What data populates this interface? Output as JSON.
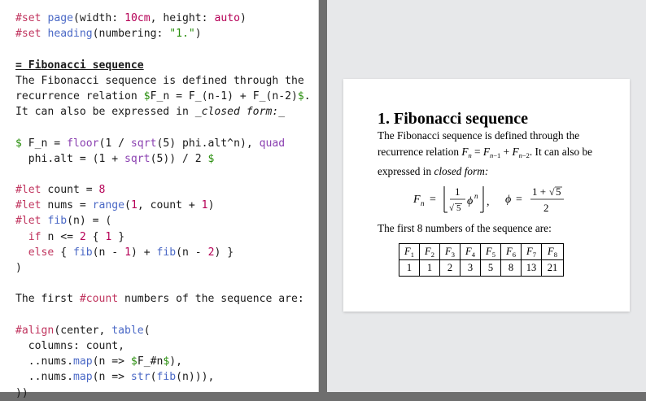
{
  "editor": {
    "lines": [
      [
        "#set",
        " ",
        "page",
        "(width: ",
        "10cm",
        ", height: ",
        "auto",
        ")"
      ],
      [
        "#set",
        " ",
        "heading",
        "(numbering: ",
        "\"1.\"",
        ")"
      ],
      [
        ""
      ],
      [
        "= Fibonacci sequence"
      ],
      [
        "The Fibonacci sequence is defined through the"
      ],
      [
        "recurrence relation ",
        "$",
        "F_n = F_(n-1) + F_(n-2)",
        "$",
        "."
      ],
      [
        "It can also be expressed in ",
        "_closed form:_"
      ],
      [
        ""
      ],
      [
        "$",
        " F_n = ",
        "floor",
        "(1 / ",
        "sqrt",
        "(5) phi.alt^n), ",
        "quad"
      ],
      [
        "  phi.alt = (1 + ",
        "sqrt",
        "(5)) / 2 ",
        "$"
      ],
      [
        ""
      ],
      [
        "#let",
        " count = ",
        "8"
      ],
      [
        "#let",
        " nums = ",
        "range",
        "(",
        "1",
        ", count + ",
        "1",
        ")"
      ],
      [
        "#let",
        " ",
        "fib",
        "(n) = ("
      ],
      [
        "  ",
        "if",
        " n <= ",
        "2",
        " { ",
        "1",
        " }"
      ],
      [
        "  ",
        "else",
        " { ",
        "fib",
        "(n - ",
        "1",
        ") + ",
        "fib",
        "(n - ",
        "2",
        ") }"
      ],
      [
        ")"
      ],
      [
        ""
      ],
      [
        "The first ",
        "#count",
        " numbers of the sequence are:"
      ],
      [
        ""
      ],
      [
        "#align",
        "(center, ",
        "table",
        "("
      ],
      [
        "  columns: count,"
      ],
      [
        "  ..nums.",
        "map",
        "(n => ",
        "$",
        "F_#n",
        "$",
        "),"
      ],
      [
        "  ..nums.",
        "map",
        "(n => ",
        "str",
        "(",
        "fib",
        "(n))),"
      ],
      [
        "))"
      ]
    ]
  },
  "preview": {
    "heading": "1. Fibonacci sequence",
    "para1_a": "The Fibonacci sequence is defined through the recurrence relation",
    "para1_b": ". It can also be expressed in",
    "para1_emph": "closed form:",
    "para2": "The first 8 numbers of the sequence are:",
    "table_header": [
      "F1",
      "F2",
      "F3",
      "F4",
      "F5",
      "F6",
      "F7",
      "F8"
    ],
    "table_values": [
      "1",
      "1",
      "2",
      "3",
      "5",
      "8",
      "13",
      "21"
    ]
  }
}
